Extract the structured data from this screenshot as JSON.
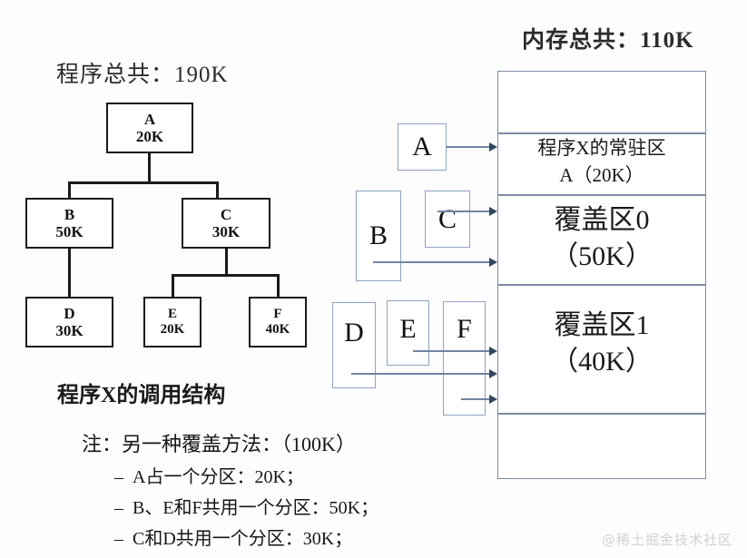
{
  "left_panel": {
    "title": "程序总共：190K",
    "caption": "程序X的调用结构",
    "nodes": [
      {
        "id": "A",
        "name": "A",
        "size": "20K"
      },
      {
        "id": "B",
        "name": "B",
        "size": "50K"
      },
      {
        "id": "C",
        "name": "C",
        "size": "30K"
      },
      {
        "id": "D",
        "name": "D",
        "size": "30K"
      },
      {
        "id": "E",
        "name": "E",
        "size": "20K"
      },
      {
        "id": "F",
        "name": "F",
        "size": "40K"
      }
    ]
  },
  "notes": {
    "heading": "注：另一种覆盖方法：（100K）",
    "dash": "–",
    "items": [
      "A占一个分区：20K；",
      "B、E和F共用一个分区：50K；",
      "C和D共用一个分区：30K；"
    ]
  },
  "right_panel": {
    "title": "内存总共：110K",
    "modules": [
      {
        "id": "A",
        "label": "A"
      },
      {
        "id": "B",
        "label": "B"
      },
      {
        "id": "C",
        "label": "C"
      },
      {
        "id": "D",
        "label": "D"
      },
      {
        "id": "E",
        "label": "E"
      },
      {
        "id": "F",
        "label": "F"
      }
    ],
    "memory_regions": [
      {
        "id": "top-free",
        "line1": "",
        "line2": ""
      },
      {
        "id": "resident",
        "line1": "程序X的常驻区",
        "line2": "A（20K）"
      },
      {
        "id": "overlay0",
        "line1": "覆盖区0",
        "line2": "（50K）"
      },
      {
        "id": "overlay1",
        "line1": "覆盖区1",
        "line2": "（40K）"
      },
      {
        "id": "bottom-free",
        "line1": "",
        "line2": ""
      }
    ]
  },
  "watermark": "@稀土掘金技术社区",
  "colors": {
    "tree_stroke": "#1a1a1a",
    "module_stroke": "#8fa3bf",
    "memory_stroke": "#7c8ba6",
    "arrow": "#33465f",
    "background": "#fdfdfd"
  }
}
